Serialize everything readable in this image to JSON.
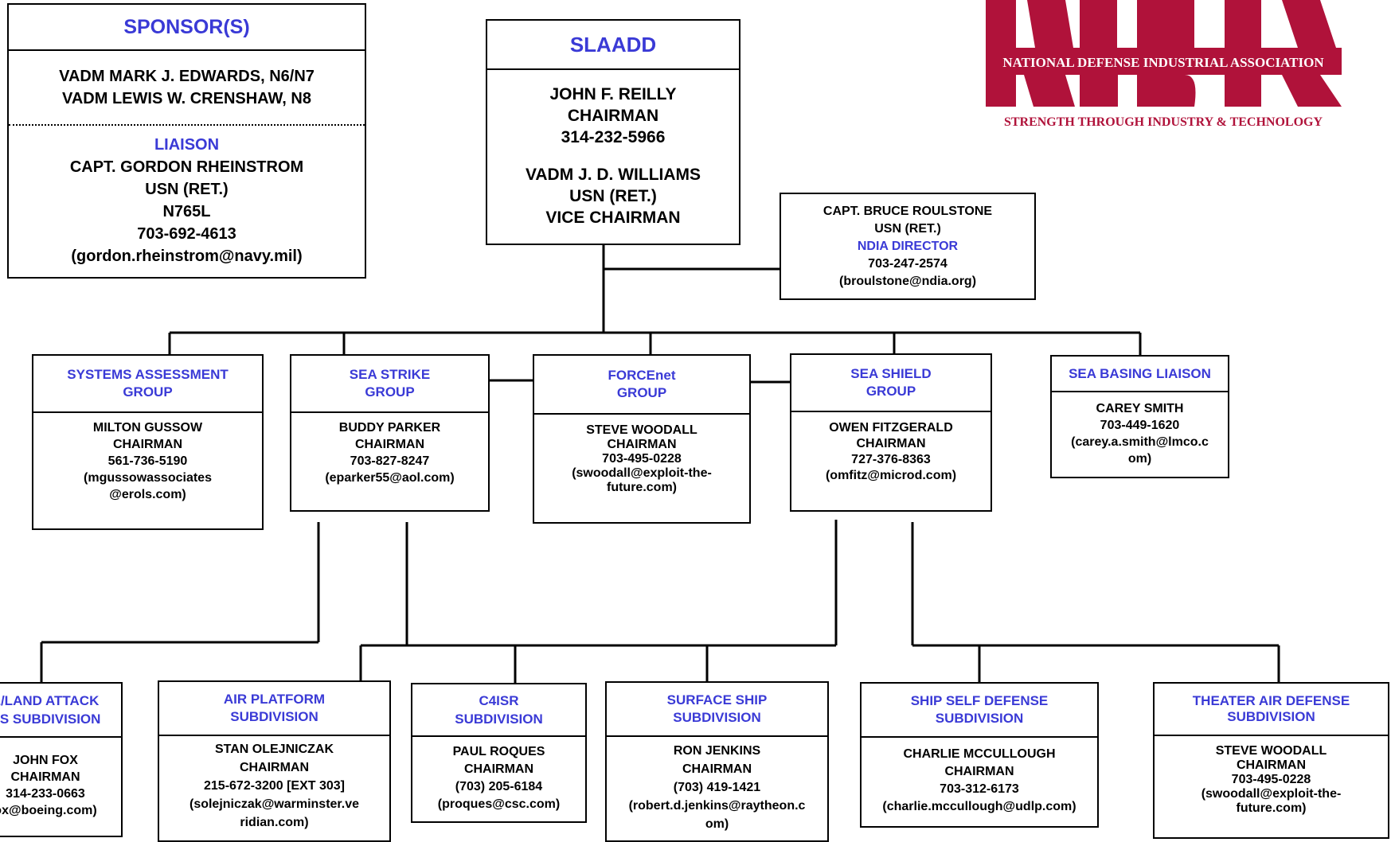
{
  "sponsor": {
    "title": "SPONSOR(S)",
    "lines": [
      "VADM MARK J. EDWARDS, N6/N7",
      "VADM LEWIS W. CRENSHAW, N8"
    ],
    "liaison_title": "LIAISON",
    "liaison_lines": [
      "CAPT. GORDON RHEINSTROM",
      "USN (RET.)",
      "N765L",
      "703-692-4613",
      "(gordon.rheinstrom@navy.mil)"
    ]
  },
  "slaadd": {
    "title": "SLAADD",
    "lines": [
      "JOHN F. REILLY",
      "CHAIRMAN",
      "314-232-5966",
      "",
      "VADM J. D. WILLIAMS",
      "USN (RET.)",
      "VICE CHAIRMAN"
    ]
  },
  "logo": {
    "letters": "NDIA",
    "name": "NATIONAL DEFENSE INDUSTRIAL ASSOCIATION",
    "tagline": "STRENGTH THROUGH INDUSTRY & TECHNOLOGY",
    "color": "#b0123a"
  },
  "director": {
    "lines_top": [
      "CAPT. BRUCE ROULSTONE",
      "USN (RET.)"
    ],
    "role": "NDIA DIRECTOR",
    "lines_bottom": [
      "703-247-2574",
      "(broulstone@ndia.org)"
    ]
  },
  "groups": [
    {
      "title": [
        "SYSTEMS ASSESSMENT",
        "GROUP"
      ],
      "lines": [
        "MILTON GUSSOW",
        "CHAIRMAN",
        "561-736-5190",
        "(mgussowassociates",
        "@erols.com)"
      ]
    },
    {
      "title": [
        "SEA STRIKE",
        "GROUP"
      ],
      "lines": [
        "BUDDY PARKER",
        "CHAIRMAN",
        "703-827-8247",
        "(eparker55@aol.com)"
      ]
    },
    {
      "title": [
        "FORCEnet",
        "GROUP"
      ],
      "lines": [
        "STEVE WOODALL",
        "CHAIRMAN",
        "703-495-0228",
        "(swoodall@exploit-the-",
        "future.com)"
      ]
    },
    {
      "title": [
        "SEA SHIELD",
        "GROUP"
      ],
      "lines": [
        "OWEN FITZGERALD",
        "CHAIRMAN",
        "727-376-8363",
        "(omfitz@microd.com)"
      ]
    },
    {
      "title": [
        "SEA BASING LIAISON"
      ],
      "lines": [
        "CAREY SMITH",
        "703-449-1620",
        "(carey.a.smith@lmco.c",
        "om)"
      ]
    }
  ],
  "subdivisions": [
    {
      "title": [
        "E/LAND ATTACK",
        "NS SUBDIVISION"
      ],
      "lines": [
        "JOHN FOX",
        "CHAIRMAN",
        "314-233-0663",
        "ox@boeing.com)"
      ]
    },
    {
      "title": [
        "AIR PLATFORM",
        "SUBDIVISION"
      ],
      "lines": [
        "STAN OLEJNICZAK",
        "CHAIRMAN",
        "215-672-3200 [EXT 303]",
        "(solejniczak@warminster.ve",
        "ridian.com)"
      ]
    },
    {
      "title": [
        "C4ISR",
        "SUBDIVISION"
      ],
      "lines": [
        "PAUL ROQUES",
        "CHAIRMAN",
        "(703) 205-6184",
        "(proques@csc.com)"
      ]
    },
    {
      "title": [
        "SURFACE SHIP",
        "SUBDIVISION"
      ],
      "lines": [
        "RON JENKINS",
        "CHAIRMAN",
        "(703) 419-1421",
        "(robert.d.jenkins@raytheon.c",
        "om)"
      ]
    },
    {
      "title": [
        "SHIP SELF DEFENSE",
        "SUBDIVISION"
      ],
      "lines": [
        "CHARLIE MCCULLOUGH",
        "CHAIRMAN",
        "703-312-6173",
        "(charlie.mccullough@udlp.com)"
      ]
    },
    {
      "title": [
        "THEATER AIR DEFENSE",
        "SUBDIVISION"
      ],
      "lines": [
        "STEVE WOODALL",
        "CHAIRMAN",
        "703-495-0228",
        "(swoodall@exploit-the-",
        "future.com)"
      ]
    }
  ]
}
